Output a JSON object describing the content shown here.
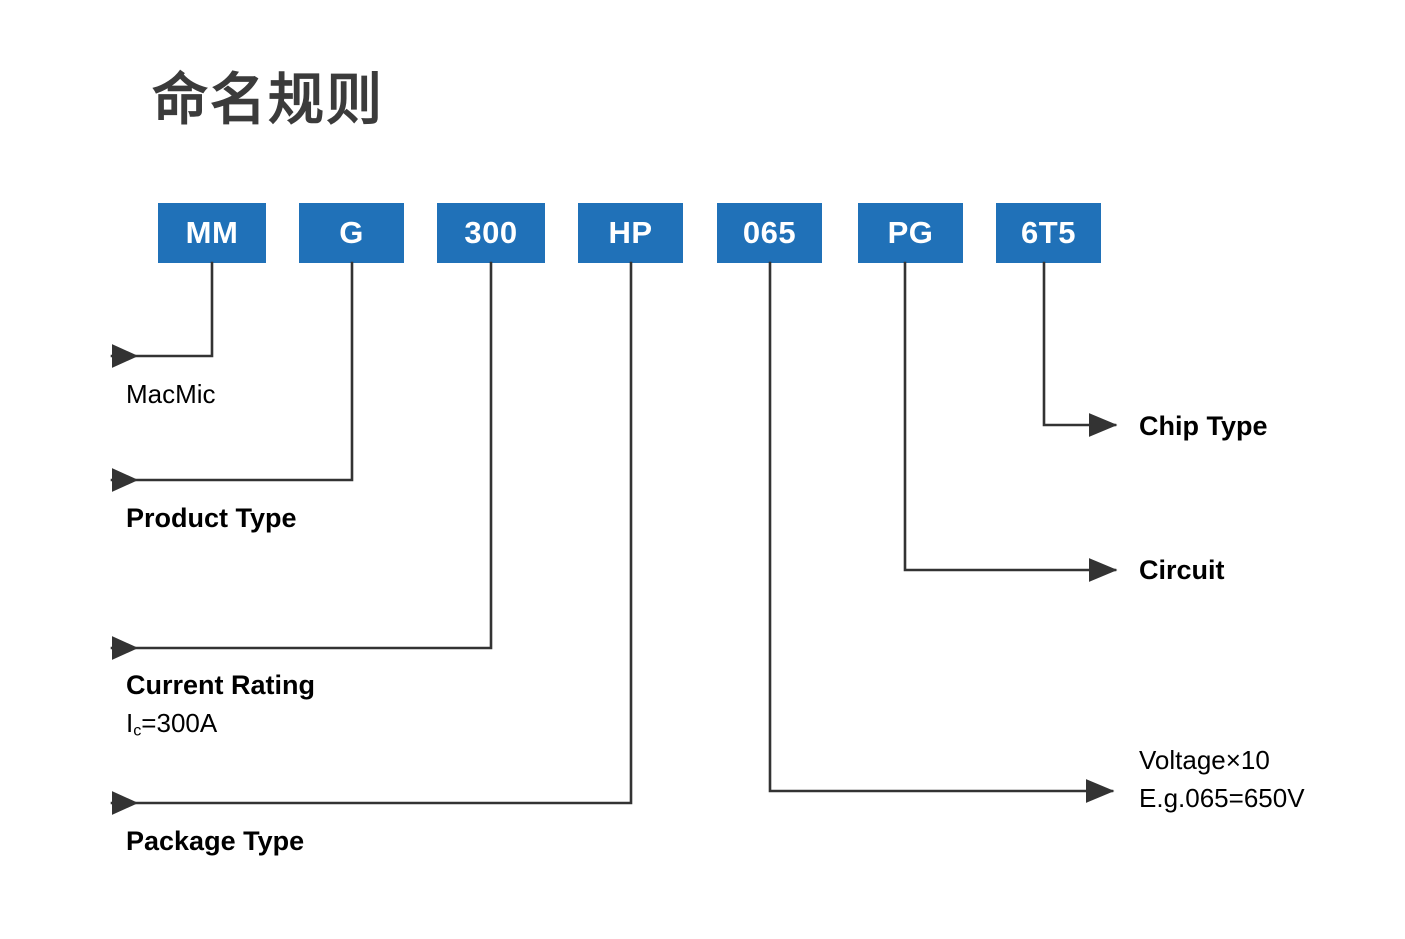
{
  "page": {
    "title": "命名规则",
    "background_color": "#ffffff",
    "accent_color": "#2071b8",
    "line_color": "#333333"
  },
  "part_number": {
    "segments": [
      {
        "code": "MM",
        "name": "manufacturer-code"
      },
      {
        "code": "G",
        "name": "product-type-code"
      },
      {
        "code": "300",
        "name": "current-rating-code"
      },
      {
        "code": "HP",
        "name": "package-type-code"
      },
      {
        "code": "065",
        "name": "voltage-code"
      },
      {
        "code": "PG",
        "name": "circuit-code"
      },
      {
        "code": "6T5",
        "name": "chip-type-code"
      }
    ]
  },
  "callouts": {
    "left": [
      {
        "primary": "MacMic",
        "secondary": "",
        "bold": false
      },
      {
        "primary": "Product Type",
        "secondary": "",
        "bold": true
      },
      {
        "primary": "Current Rating",
        "secondary": "Ic=300A",
        "secondary_base": "I",
        "secondary_sub": "c",
        "secondary_rest": "=300A",
        "bold": true
      },
      {
        "primary": "Package Type",
        "secondary": "",
        "bold": true
      }
    ],
    "right": [
      {
        "primary": "Chip Type",
        "secondary": "",
        "bold": true
      },
      {
        "primary": "Circuit",
        "secondary": "",
        "bold": true
      },
      {
        "primary": "Voltage×10",
        "secondary": "E.g.065=650V",
        "bold": false
      }
    ]
  }
}
